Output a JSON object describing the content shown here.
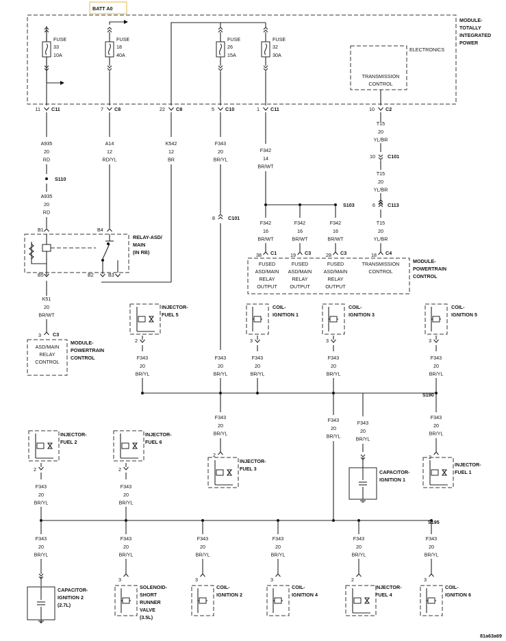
{
  "title_box": "BATT A0",
  "tipm": {
    "label": [
      "MODULE-",
      "TOTALLY",
      "INTEGRATED",
      "POWER"
    ],
    "electronics": "ELECTRONICS",
    "transmission": [
      "TRANSMISSION",
      "CONTROL"
    ]
  },
  "fuses": [
    {
      "word": "FUSE",
      "num": "33",
      "amp": "10A"
    },
    {
      "word": "FUSE",
      "num": "18",
      "amp": "40A"
    },
    {
      "word": "FUSE",
      "num": "26",
      "amp": "15A"
    },
    {
      "word": "FUSE",
      "num": "32",
      "amp": "30A"
    }
  ],
  "connectors": [
    {
      "pin": "11",
      "name": "C11"
    },
    {
      "pin": "7",
      "name": "C8"
    },
    {
      "pin": "22",
      "name": "C8"
    },
    {
      "pin": "5",
      "name": "C10"
    },
    {
      "pin": "1",
      "name": "C11"
    },
    {
      "pin": "10",
      "name": "C2"
    }
  ],
  "wires": {
    "a935a": [
      "A935",
      "20",
      "RD"
    ],
    "a935b": [
      "A935",
      "20",
      "RD"
    ],
    "a14": [
      "A14",
      "12",
      "RD/YL"
    ],
    "k542": [
      "K542",
      "12",
      "BR"
    ],
    "f343_top": [
      "F343",
      "20",
      "BR/YL"
    ],
    "f342_top": [
      "F342",
      "14",
      "BR/WT"
    ],
    "t15a": [
      "T15",
      "20",
      "YL/BR"
    ],
    "t15b": [
      "T15",
      "20",
      "YL/BR"
    ],
    "t15c": [
      "T15",
      "20",
      "YL/BR"
    ],
    "f342a": [
      "F342",
      "16",
      "BR/WT"
    ],
    "f342b": [
      "F342",
      "16",
      "BR/WT"
    ],
    "f342c": [
      "F342",
      "16",
      "BR/WT"
    ],
    "k51": [
      "K51",
      "20",
      "BR/WT"
    ],
    "f343": [
      "F343",
      "20",
      "BR/YL"
    ]
  },
  "splices": {
    "s110": "S110",
    "s103": "S103",
    "s190": "S190",
    "s195": "S195"
  },
  "inline": {
    "c101a": "C101",
    "c101b": "C101",
    "c113": "C113"
  },
  "pins": {
    "p10": "10",
    "p6": "6",
    "p8": "8",
    "p38": "38",
    "p19": "19",
    "p28": "28",
    "p18": "18",
    "p3": "3",
    "p2": "2"
  },
  "conn_labels": {
    "c1": "C1",
    "c3": "C3",
    "c4": "C4"
  },
  "relay": {
    "label": [
      "RELAY-ASD/",
      "MAIN",
      "(IN RB)"
    ],
    "b1": "B1",
    "b4": "B4",
    "b5": "B5",
    "b2": "B2",
    "b3": "B3"
  },
  "pcm": {
    "label": [
      "MODULE-",
      "POWERTRAIN",
      "CONTROL"
    ],
    "cols": [
      [
        "FUSED",
        "ASD/MAIN",
        "RELAY",
        "OUTPUT"
      ],
      [
        "FUSED",
        "ASD/MAIN",
        "RELAY",
        "OUTPUT"
      ],
      [
        "FUSED",
        "ASD/MAIN",
        "RELAY",
        "OUTPUT"
      ],
      [
        "TRANSMISSION",
        "CONTROL"
      ]
    ],
    "asd_box": [
      "ASD/MAIN",
      "RELAY",
      "CONTROL"
    ]
  },
  "components": {
    "inj5": [
      "INJECTOR-",
      "FUEL 5"
    ],
    "coil1": [
      "COIL-",
      "IGNITION 1"
    ],
    "coil3": [
      "COIL-",
      "IGNITION 3"
    ],
    "coil5": [
      "COIL-",
      "IGNITION 5"
    ],
    "inj2": [
      "INJECTOR-",
      "FUEL 2"
    ],
    "inj6": [
      "INJECTOR-",
      "FUEL 6"
    ],
    "inj3": [
      "INJECTOR-",
      "FUEL 3"
    ],
    "cap1": [
      "CAPACITOR-",
      "IGNITION 1"
    ],
    "inj1": [
      "INJECTOR-",
      "FUEL 1"
    ],
    "cap2": [
      "CAPACITOR-",
      "IGNITION 2",
      "(2.7L)"
    ],
    "sol": [
      "SOLENOID-",
      "SHORT",
      "RUNNER",
      "VALVE",
      "(3.5L)"
    ],
    "coil2": [
      "COIL-",
      "IGNITION 2"
    ],
    "coil4": [
      "COIL-",
      "IGNITION 4"
    ],
    "inj4": [
      "INJECTOR-",
      "FUEL 4"
    ],
    "coil6": [
      "COIL-",
      "IGNITION 6"
    ]
  },
  "figure_id": "81a63a69"
}
